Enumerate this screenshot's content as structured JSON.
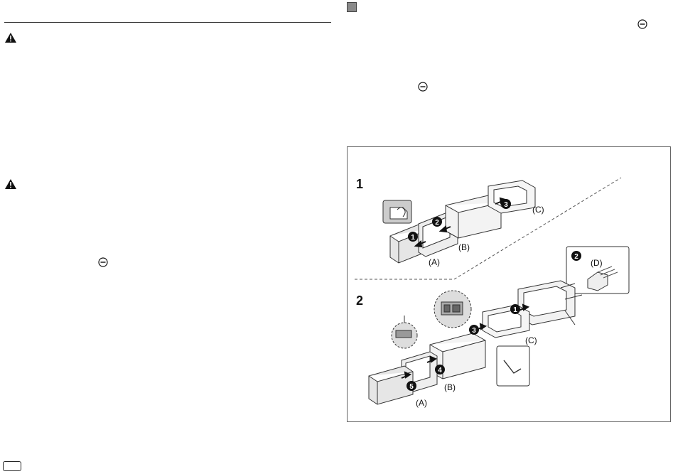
{
  "steps": [
    "1",
    "2"
  ],
  "parts": {
    "a1": "(A)",
    "b1": "(B)",
    "c1": "(C)",
    "d": "(D)",
    "c2": "(C)",
    "b2": "(B)",
    "a2": "(A)"
  },
  "colors": {
    "line": "#333333",
    "section_icon": "#8a8a8a",
    "dashed": "#555555"
  },
  "icons": [
    "warning-icon",
    "minus-circle-icon",
    "section-square-icon"
  ]
}
